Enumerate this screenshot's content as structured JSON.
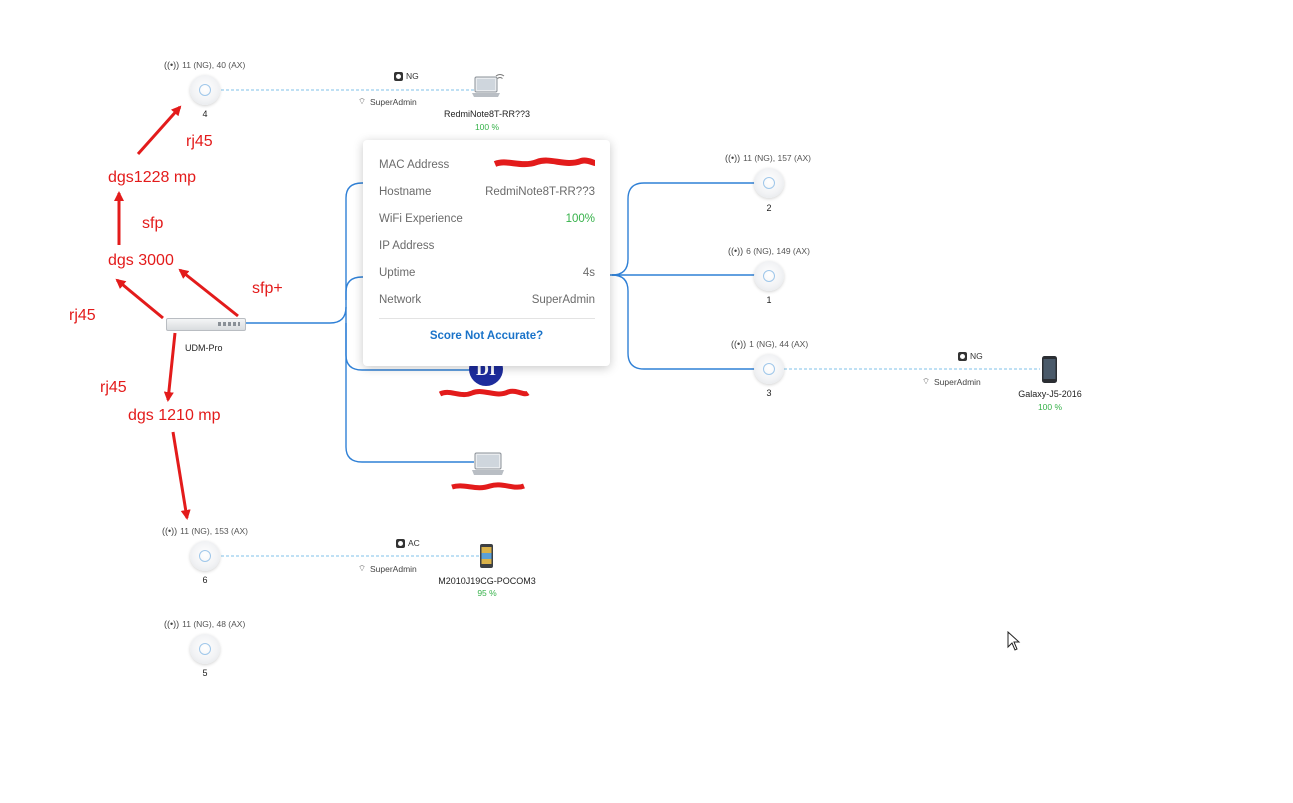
{
  "colors": {
    "link_line": "#2f80d6",
    "wireless_dashed": "#7fc0e8",
    "good": "#36b24a",
    "accent_link": "#1a73c9",
    "annotation": "#e31b1b"
  },
  "gateway": {
    "name": "UDM-Pro",
    "icon": "rack-device-icon"
  },
  "access_points": [
    {
      "id": "ap4",
      "label": "4",
      "radios": "11 (NG), 40 (AX)"
    },
    {
      "id": "ap6",
      "label": "6",
      "radios": "11 (NG), 153 (AX)"
    },
    {
      "id": "ap5",
      "label": "5",
      "radios": "11 (NG), 48 (AX)"
    },
    {
      "id": "ap2",
      "label": "2",
      "radios": "11 (NG), 157 (AX)"
    },
    {
      "id": "ap1",
      "label": "1",
      "radios": "6 (NG), 149 (AX)"
    },
    {
      "id": "ap3",
      "label": "3",
      "radios": "1 (NG), 44 (AX)"
    }
  ],
  "clients": [
    {
      "id": "redmi",
      "name": "RedmiNote8T-RR??3",
      "experience": "100 %",
      "band": "NG",
      "ssid": "SuperAdmin",
      "icon": "laptop-wifi-icon"
    },
    {
      "id": "poco",
      "name": "M2010J19CG-POCOM3",
      "experience": "95 %",
      "band": "AC",
      "ssid": "SuperAdmin",
      "icon": "phone-icon"
    },
    {
      "id": "galaxy",
      "name": "Galaxy-J5-2016",
      "experience": "100 %",
      "band": "NG",
      "ssid": "SuperAdmin",
      "icon": "phone-icon"
    }
  ],
  "wired_clients": [
    {
      "id": "di-device",
      "badge": "DI",
      "icon": "avatar-badge-icon"
    },
    {
      "id": "laptop",
      "icon": "laptop-icon"
    }
  ],
  "popup": {
    "rows": [
      {
        "key": "MAC Address",
        "value": ""
      },
      {
        "key": "Hostname",
        "value": "RedmiNote8T-RR??3"
      },
      {
        "key": "WiFi Experience",
        "value": "100%"
      },
      {
        "key": "IP Address",
        "value": ""
      },
      {
        "key": "Uptime",
        "value": "4s"
      },
      {
        "key": "Network",
        "value": "SuperAdmin"
      }
    ],
    "score_link": "Score Not Accurate?"
  },
  "annotations": {
    "rj45_top": "rj45",
    "dgs1228": "dgs1228 mp",
    "sfp": "sfp",
    "dgs3000": "dgs 3000",
    "sfp_plus": "sfp+",
    "rj45_left": "rj45",
    "rj45_mid": "rj45",
    "dgs1210": "dgs 1210 mp"
  }
}
